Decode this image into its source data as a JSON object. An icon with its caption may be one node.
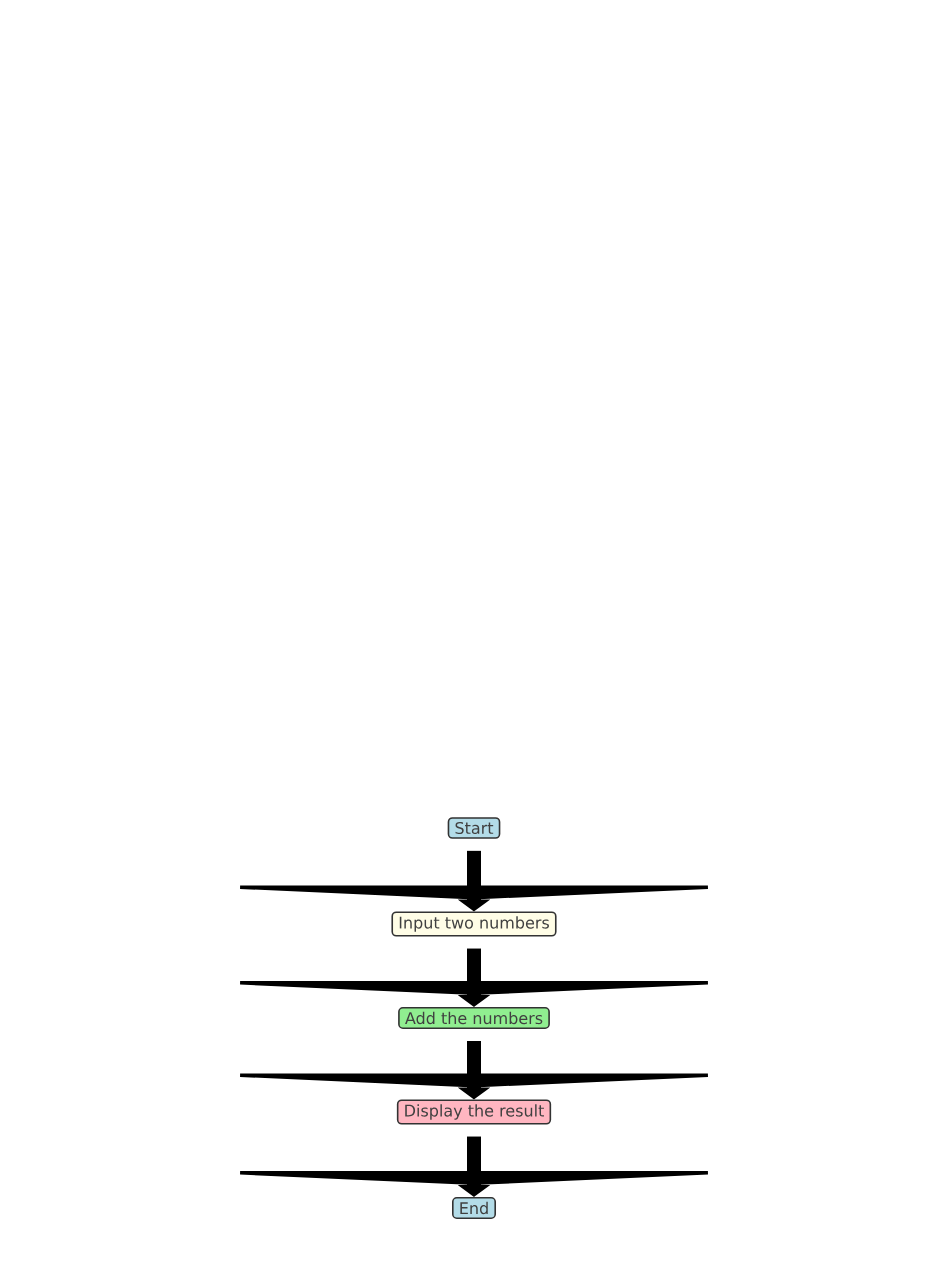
{
  "diagram": {
    "nodes": [
      {
        "text": [
          "Start"
        ]
      },
      {
        "text": [
          "Input two numbers"
        ]
      },
      {
        "text": [
          "Add the numbers"
        ]
      },
      {
        "text": [
          "Display the result"
        ]
      },
      {
        "text": [
          "End"
        ]
      }
    ],
    "edges": [
      {
        "from": 0,
        "to": 1,
        "arrow": "to"
      },
      {
        "from": 1,
        "to": 2,
        "arrow": "to"
      },
      {
        "from": 2,
        "to": 3,
        "arrow": "to"
      },
      {
        "from": 3,
        "to": 4,
        "arrow": "to"
      }
    ]
  }
}
